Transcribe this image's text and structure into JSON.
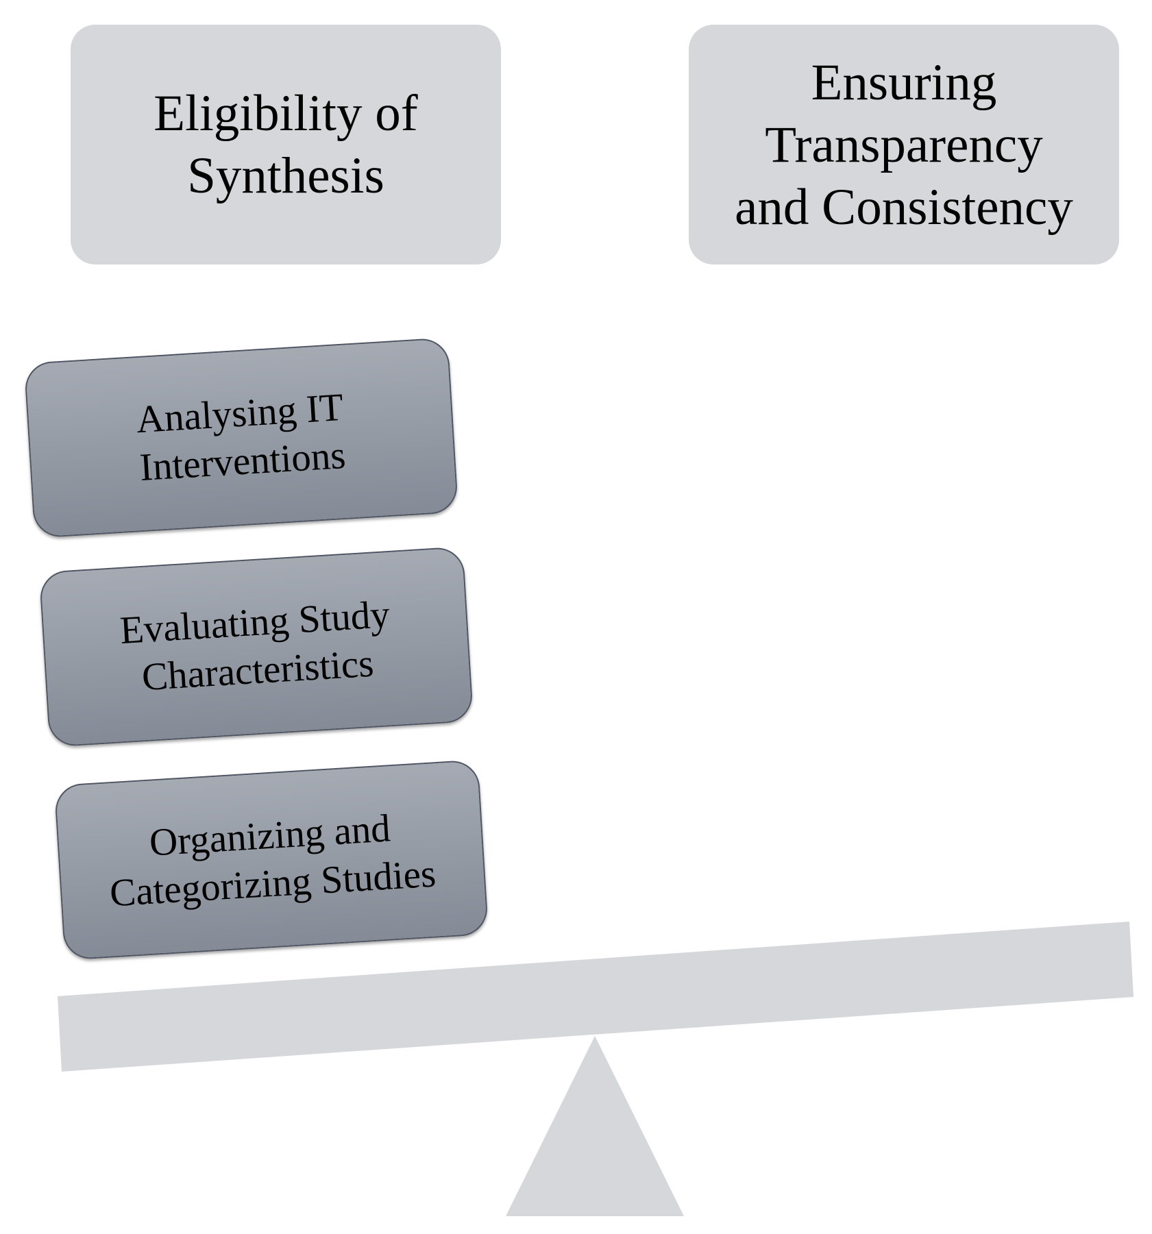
{
  "boxes": {
    "left_title": [
      "Eligibility of",
      "Synthesis"
    ],
    "right_title": [
      "Ensuring",
      "Transparency",
      "and Consistency"
    ]
  },
  "stack": [
    {
      "lines": [
        "Analysing IT",
        "Interventions"
      ]
    },
    {
      "lines": [
        "Evaluating Study",
        "Characteristics"
      ]
    },
    {
      "lines": [
        "Organizing and",
        "Categorizing Studies"
      ]
    }
  ],
  "colors": {
    "top_box_fill": "#d6d7da",
    "stack_box_fill": "#959ba5",
    "stack_box_border": "#4e5461",
    "scale_fill": "#d6d7da",
    "background": "#ffffff"
  }
}
